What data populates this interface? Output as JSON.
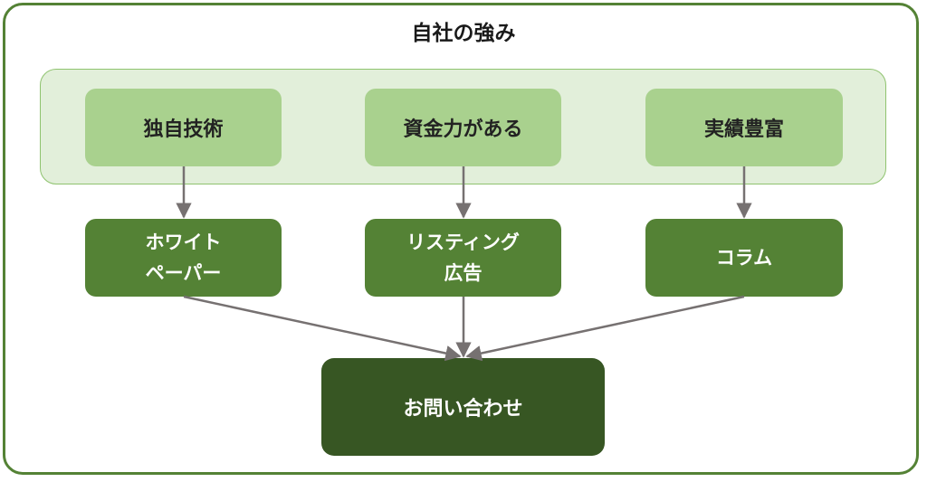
{
  "title": "自社の強み",
  "strengths": [
    {
      "label": "独自技術"
    },
    {
      "label": "資金力がある"
    },
    {
      "label": "実績豊富"
    }
  ],
  "channels": [
    {
      "line1": "ホワイト",
      "line2": "ペーパー"
    },
    {
      "line1": "リスティング",
      "line2": "広告"
    },
    {
      "line1": "コラム",
      "line2": ""
    }
  ],
  "goal": {
    "label": "お問い合わせ"
  },
  "colors": {
    "frame": "#548235",
    "band": "#e2efda",
    "light_box": "#a9d18e",
    "mid_box": "#548235",
    "dark_box": "#375623",
    "arrow": "#767171"
  }
}
